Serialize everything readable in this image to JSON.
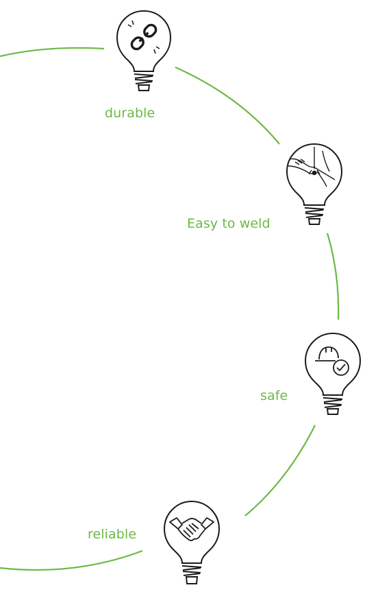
{
  "diagram": {
    "accent_color": "#6bb944",
    "stroke_color": "#1a1a1a",
    "features": [
      {
        "id": "durable",
        "label": "durable",
        "icon": "broken-chain-icon"
      },
      {
        "id": "easy-to-weld",
        "label": "Easy to weld",
        "icon": "welding-hand-icon"
      },
      {
        "id": "safe",
        "label": "safe",
        "icon": "safety-helmet-check-icon"
      },
      {
        "id": "reliable",
        "label": "reliable",
        "icon": "handshake-icon"
      }
    ]
  }
}
